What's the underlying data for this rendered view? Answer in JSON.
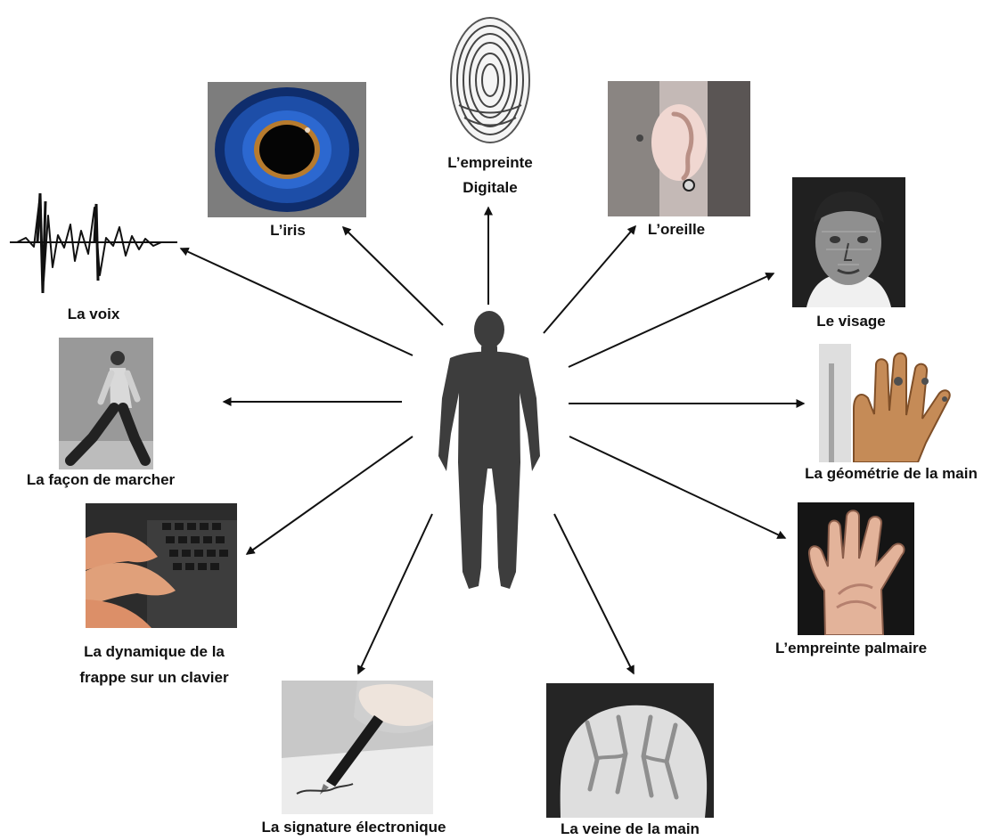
{
  "diagram": {
    "center": {
      "icon": "human-silhouette-icon"
    },
    "items": {
      "fingerprint": {
        "line1": "L’empreinte",
        "line2": "Digitale",
        "icon": "fingerprint-icon"
      },
      "iris": {
        "label": "L’iris",
        "icon": "eye-iris-icon"
      },
      "ear": {
        "label": "L’oreille",
        "icon": "ear-icon"
      },
      "voice": {
        "label": "La voix",
        "icon": "sound-wave-icon"
      },
      "face": {
        "label": "Le visage",
        "icon": "face-icon"
      },
      "gait": {
        "label": "La façon de marcher",
        "icon": "walking-person-icon"
      },
      "hand_geometry": {
        "label": "La géométrie de la main",
        "icon": "hand-fingers-icon"
      },
      "keystroke": {
        "line1": "La dynamique de la",
        "line2": "frappe sur un clavier",
        "icon": "typing-keyboard-icon"
      },
      "palm": {
        "label": "L’empreinte palmaire",
        "icon": "palm-icon"
      },
      "signature": {
        "label": "La signature électronique",
        "icon": "pen-signature-icon"
      },
      "vein": {
        "label": "La veine de la main",
        "icon": "hand-vein-icon"
      }
    },
    "colors": {
      "arrow": "#111111",
      "silhouette": "#3d3d3d",
      "label": "#111111"
    }
  }
}
